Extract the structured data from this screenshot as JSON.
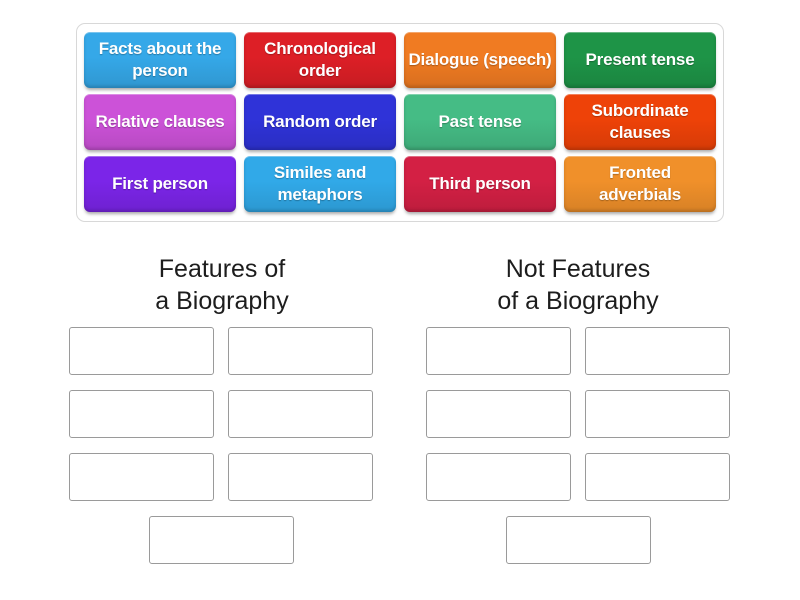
{
  "activity": {
    "type": "group-sort",
    "tray": {
      "tiles": [
        {
          "label": "Facts about\nthe person",
          "color": "#35A8E8"
        },
        {
          "label": "Chronological\norder",
          "color": "#DD1F26"
        },
        {
          "label": "Dialogue\n(speech)",
          "color": "#F07B22"
        },
        {
          "label": "Present tense",
          "color": "#1E9447"
        },
        {
          "label": "Relative\nclauses",
          "color": "#CC52D8"
        },
        {
          "label": "Random\norder",
          "color": "#2F33D8"
        },
        {
          "label": "Past tense",
          "color": "#45BC85"
        },
        {
          "label": "Subordinate\nclauses",
          "color": "#EE4208"
        },
        {
          "label": "First person",
          "color": "#7B25E8"
        },
        {
          "label": "Similes and\nmetaphors",
          "color": "#31A9E8"
        },
        {
          "label": "Third person",
          "color": "#D32044"
        },
        {
          "label": "Fronted\nadverbials",
          "color": "#F0902A"
        }
      ]
    },
    "columns": [
      {
        "title": "Features of\na Biography",
        "slots": [
          "",
          "",
          "",
          "",
          "",
          "",
          ""
        ]
      },
      {
        "title": "Not Features\nof a Biography",
        "slots": [
          "",
          "",
          "",
          "",
          "",
          "",
          ""
        ]
      }
    ]
  }
}
